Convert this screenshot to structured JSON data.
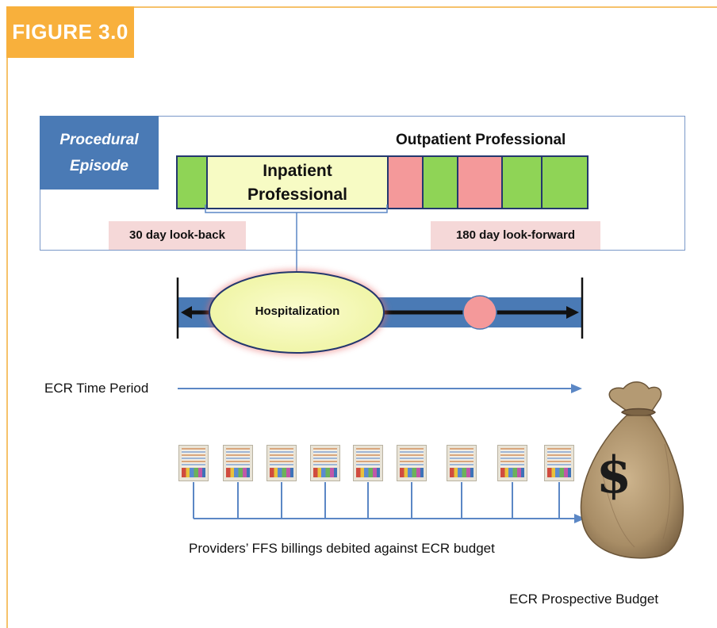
{
  "figure_tag": "FIGURE 3.0",
  "episode": {
    "line1": "Procedural",
    "line2": "Episode"
  },
  "outpatient_title": "Outpatient Professional",
  "inpatient_label": {
    "line1": "Inpatient",
    "line2": "Professional"
  },
  "lookback_label": "30 day look-back",
  "lookforward_label": "180 day look-forward",
  "hospitalization_label": "Hospitalization",
  "ecr_time_label": "ECR Time Period",
  "providers_caption": "Providers’ FFS billings debited  against ECR budget",
  "budget_caption": "ECR Prospective Budget",
  "bag_symbol": "$",
  "colors": {
    "figure_tag": "#f8b03c",
    "episode_box": "#4a7ab5",
    "green_segment": "#8fd456",
    "pink_segment": "#f4999a",
    "inpatient_segment": "#f7fbc4",
    "timeline_bar": "#4a7ab5",
    "arrow_line": "#5b87c5",
    "lookback_fill": "#f5d8d8"
  },
  "segments": [
    "green",
    "inpatient",
    "pink",
    "green",
    "pink",
    "green",
    "green"
  ],
  "bill_count": 9,
  "icons": [
    "billing-statement-icon",
    "money-bag-icon",
    "timeline-arrow-icon"
  ]
}
